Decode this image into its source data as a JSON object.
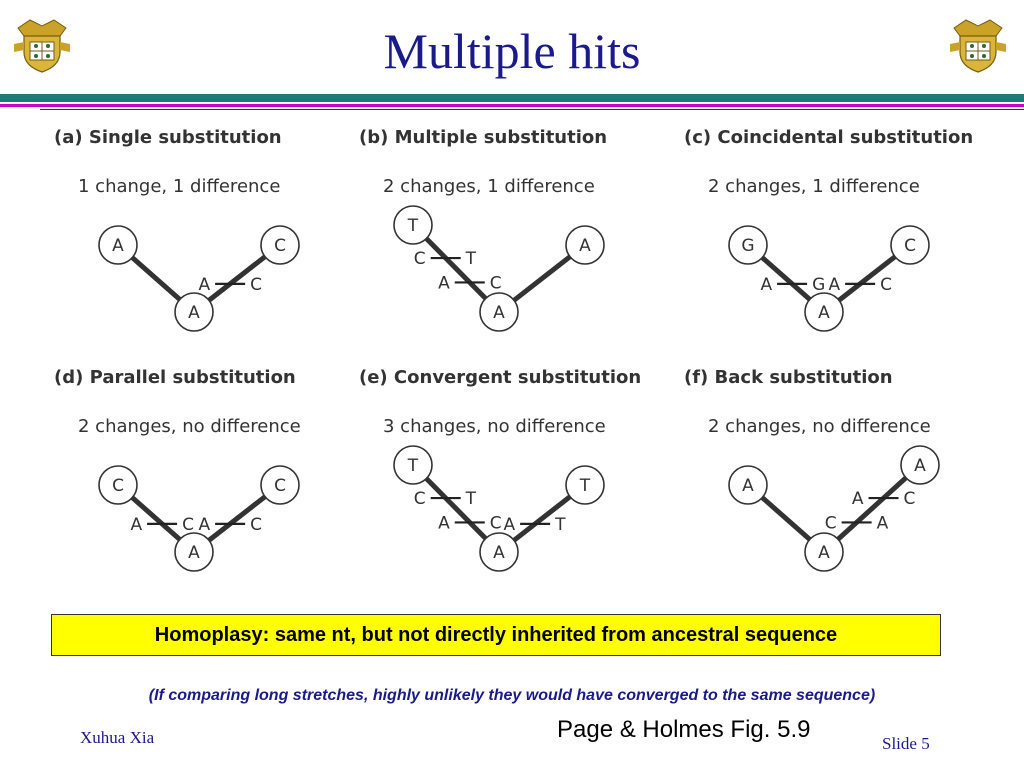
{
  "slide": {
    "title": "Multiple hits",
    "author": "Xuhua Xia",
    "slide_number": "Slide 5",
    "citation": "Page & Holmes Fig. 5.9",
    "homoplasy": "Homoplasy: same nt, but not directly inherited from ancestral sequence",
    "note": "(If comparing long stretches, highly unlikely they would have converged to the same sequence)"
  },
  "colors": {
    "title": "#1a1a8c",
    "rule_teal": "#1e7a78",
    "rule_magenta": "#cc00cc",
    "highlight": "#ffff00",
    "diagram_ink": "#333333"
  },
  "icons": {
    "logo": "university-crest-icon"
  },
  "panels": [
    {
      "title": "(a) Single substitution",
      "subtitle": "1 change, 1 difference",
      "left": "A",
      "right": "C",
      "root": "A",
      "left_changes": [],
      "right_changes": [
        {
          "below": "A",
          "above": "C"
        }
      ]
    },
    {
      "title": "(b) Multiple substitution",
      "subtitle": "2 changes, 1 difference",
      "left": "T",
      "right": "A",
      "root": "A",
      "left_changes": [
        {
          "below": "C",
          "above": "T"
        },
        {
          "below": "A",
          "above": "C"
        }
      ],
      "right_changes": []
    },
    {
      "title": "(c) Coincidental substitution",
      "subtitle": "2 changes, 1 difference",
      "left": "G",
      "right": "C",
      "root": "A",
      "left_changes": [
        {
          "below": "A",
          "above": "G"
        }
      ],
      "right_changes": [
        {
          "below": "A",
          "above": "C"
        }
      ]
    },
    {
      "title": "(d) Parallel substitution",
      "subtitle": "2 changes, no difference",
      "left": "C",
      "right": "C",
      "root": "A",
      "left_changes": [
        {
          "below": "A",
          "above": "C"
        }
      ],
      "right_changes": [
        {
          "below": "A",
          "above": "C"
        }
      ]
    },
    {
      "title": "(e) Convergent substitution",
      "subtitle": "3 changes, no difference",
      "left": "T",
      "right": "T",
      "root": "A",
      "left_changes": [
        {
          "below": "C",
          "above": "T"
        },
        {
          "below": "A",
          "above": "C"
        }
      ],
      "right_changes": [
        {
          "below": "A",
          "above": "T"
        }
      ]
    },
    {
      "title": "(f) Back substitution",
      "subtitle": "2 changes, no difference",
      "left": "A",
      "right": "A",
      "root": "A",
      "left_changes": [],
      "right_changes": [
        {
          "below": "A",
          "above": "C"
        },
        {
          "below": "C",
          "above": "A"
        }
      ]
    }
  ]
}
